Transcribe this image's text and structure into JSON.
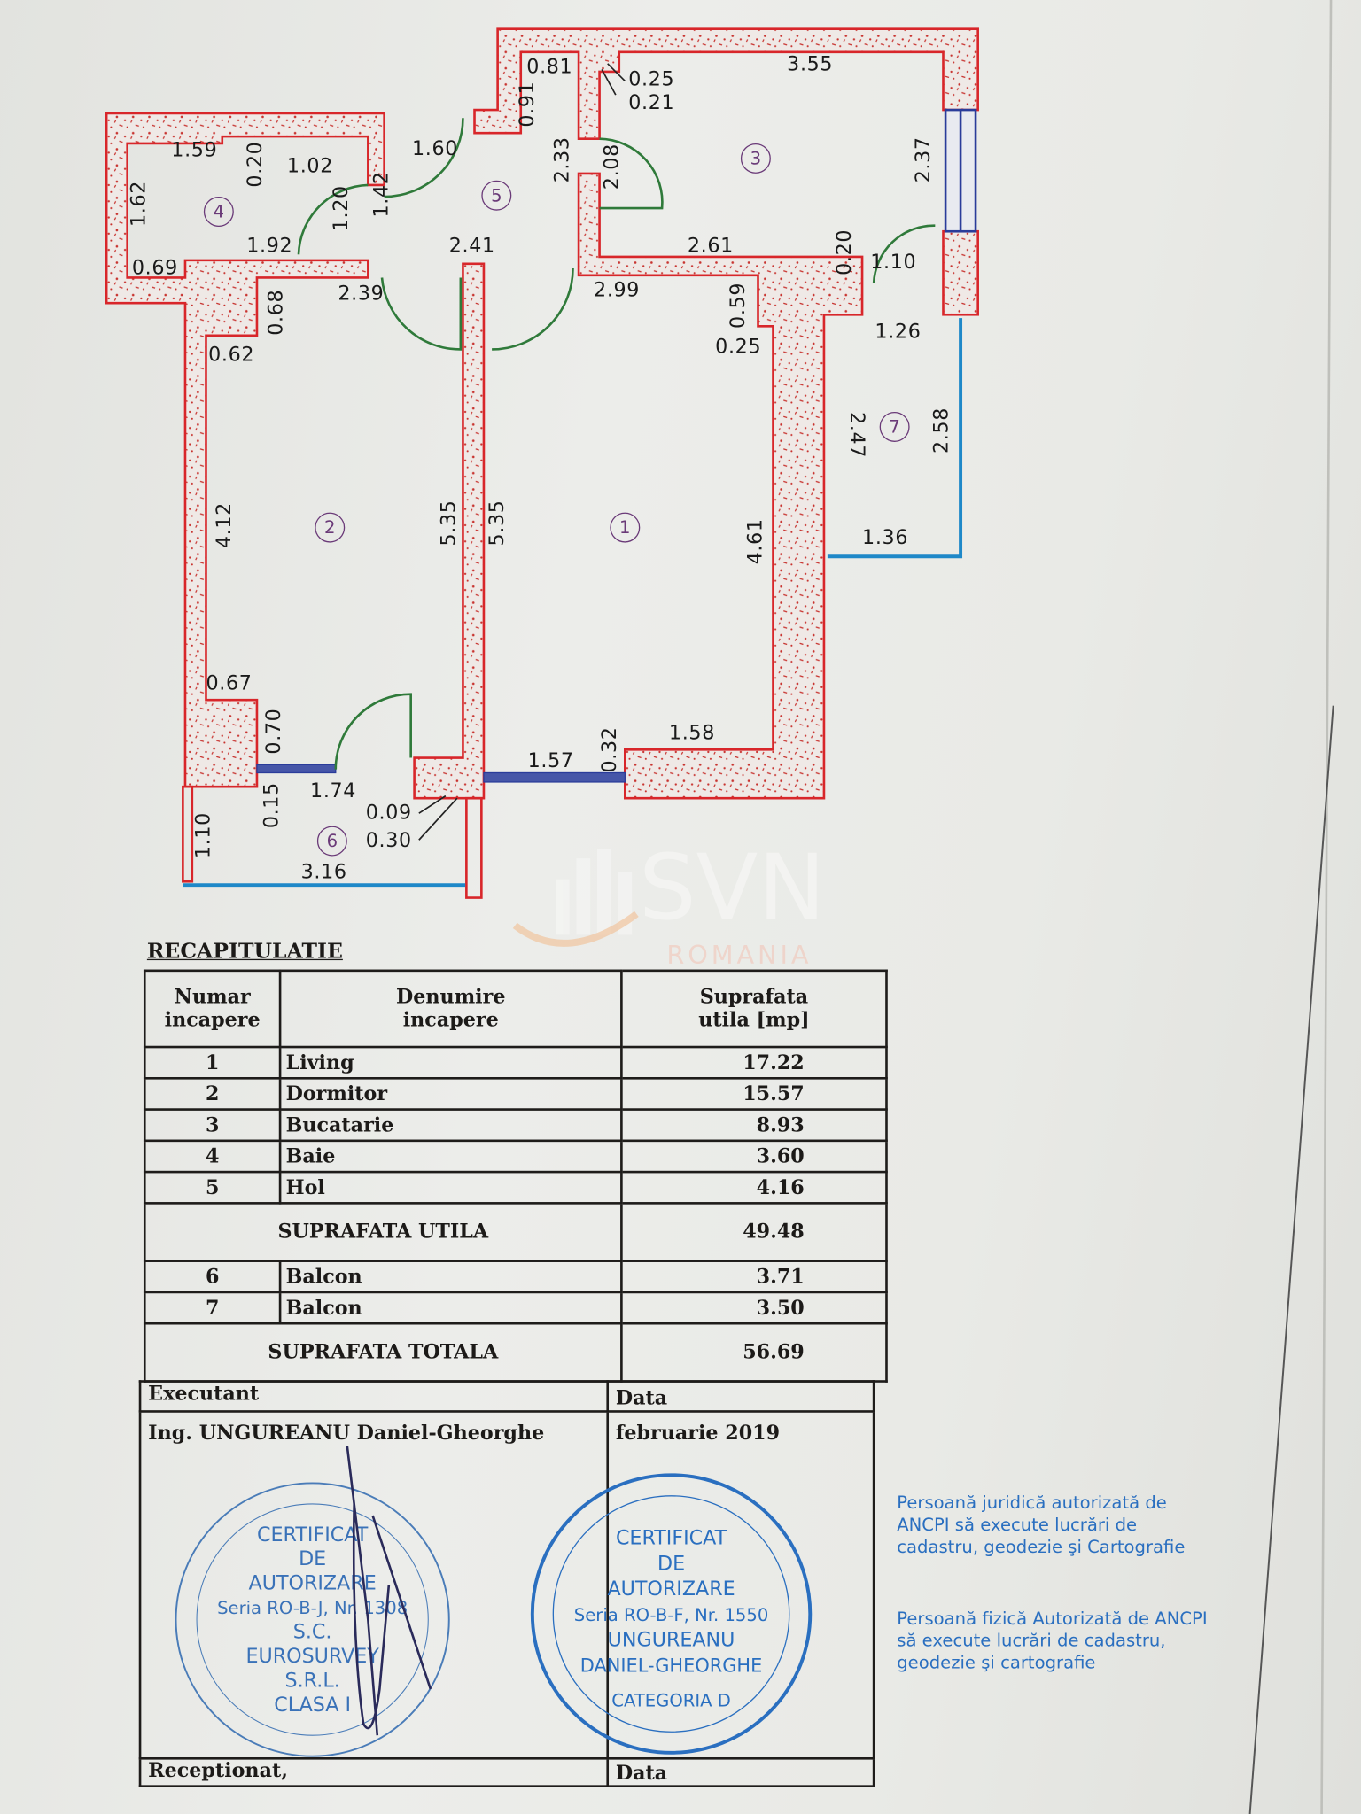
{
  "floor_plan": {
    "rooms": [
      "1",
      "2",
      "3",
      "4",
      "5",
      "6",
      "7"
    ],
    "dimensions": {
      "d081": "0.81",
      "d355": "3.55",
      "d025": "0.25",
      "d021": "0.21",
      "d091": "0.91",
      "d159": "1.59",
      "d020a": "0.20",
      "d102": "1.02",
      "d162": "1.62",
      "d120": "1.20",
      "d142": "1.42",
      "d160": "1.60",
      "d233": "2.33",
      "d208": "2.08",
      "d237": "2.37",
      "d192": "1.92",
      "d241": "2.41",
      "d261": "2.61",
      "d020b": "0.20",
      "d110a": "1.10",
      "d069": "0.69",
      "d068": "0.68",
      "d239": "2.39",
      "d299": "2.99",
      "d059": "0.59",
      "d025b": "0.25",
      "d126": "1.26",
      "d062": "0.62",
      "d247": "2.47",
      "d258": "2.58",
      "d412": "4.12",
      "d535a": "5.35",
      "d535b": "5.35",
      "d461": "4.61",
      "d136": "1.36",
      "d067": "0.67",
      "d070": "0.70",
      "d032": "0.32",
      "d158": "1.58",
      "d015": "0.15",
      "d174": "1.74",
      "d157": "1.57",
      "d110b": "1.10",
      "d009": "0.09",
      "d030": "0.30",
      "d316": "3.16"
    },
    "colors": {
      "wall": "#d8262a",
      "door": "#2f7a3a",
      "window": "#2a3c9a",
      "balcony": "#1e88c8",
      "room_marker": "#6a3a78"
    }
  },
  "watermark": {
    "brand": "SVN",
    "sub": "ROMANIA"
  },
  "recap": {
    "title": "RECAPITULATIE",
    "headers": {
      "num_1": "Numar",
      "num_2": "incapere",
      "name_1": "Denumire",
      "name_2": "incapere",
      "area_1": "Suprafata",
      "area_2": "utila [mp]"
    },
    "rows": [
      {
        "num": "1",
        "name": "Living",
        "area": "17.22"
      },
      {
        "num": "2",
        "name": "Dormitor",
        "area": "15.57"
      },
      {
        "num": "3",
        "name": "Bucatarie",
        "area": "8.93"
      },
      {
        "num": "4",
        "name": "Baie",
        "area": "3.60"
      },
      {
        "num": "5",
        "name": "Hol",
        "area": "4.16"
      }
    ],
    "useful_label": "SUPRAFATA UTILA",
    "useful_value": "49.48",
    "balconies": [
      {
        "num": "6",
        "name": "Balcon",
        "area": "3.71"
      },
      {
        "num": "7",
        "name": "Balcon",
        "area": "3.50"
      }
    ],
    "total_label": "SUPRAFATA TOTALA",
    "total_value": "56.69"
  },
  "signature_block": {
    "executant_label": "Executant",
    "date_label": "Data",
    "engineer": "Ing. UNGUREANU Daniel-Gheorghe",
    "date_value": "februarie 2019",
    "received_label": "Receptionat,",
    "date_label_2": "Data"
  },
  "stamps": {
    "left": {
      "ring": "Persoană juridică autorizată de ANCPI să execute lucrări de cadastru, geodezie şi Cartografie",
      "l1": "CERTIFICAT",
      "l2": "DE",
      "l3": "AUTORIZARE",
      "l4": "Seria RO-B-J, Nr. 1308",
      "l5": "S.C.",
      "l6": "EUROSURVEY",
      "l7": "S.R.L.",
      "l8": "CLASA I"
    },
    "right": {
      "ring": "Persoană fizică Autorizată de ANCPI să execute lucrări de cadastru, geodezie şi cartografie",
      "l1": "CERTIFICAT",
      "l2": "DE",
      "l3": "AUTORIZARE",
      "l4": "Seria RO-B-F, Nr. 1550",
      "l5": "UNGUREANU",
      "l6": "DANIEL-GHEORGHE",
      "l7": "CATEGORIA D"
    },
    "color": "#2a6fc0"
  }
}
